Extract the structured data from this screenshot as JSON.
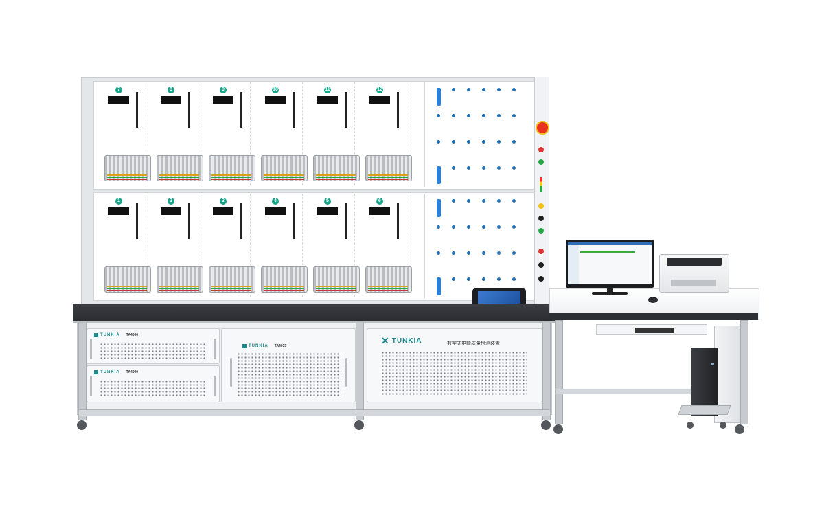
{
  "meters_top": [
    "7",
    "8",
    "9",
    "10",
    "11",
    "12"
  ],
  "meters_bottom": [
    "1",
    "2",
    "3",
    "4",
    "5",
    "6"
  ],
  "brand": "TUNKIA",
  "cabinet_left_top_model": "TA4000",
  "cabinet_left_bottom_model": "TA4000",
  "cabinet_middle_model": "TA4035",
  "cabinet_title": "数字式电能质量检测装置",
  "colors": {
    "accent_teal": "#17a589",
    "frame": "#e4e7ea",
    "tabletop": "#2c2f33",
    "emergency_stop": "#e8331f",
    "indicator_green": "#2aa84a"
  }
}
